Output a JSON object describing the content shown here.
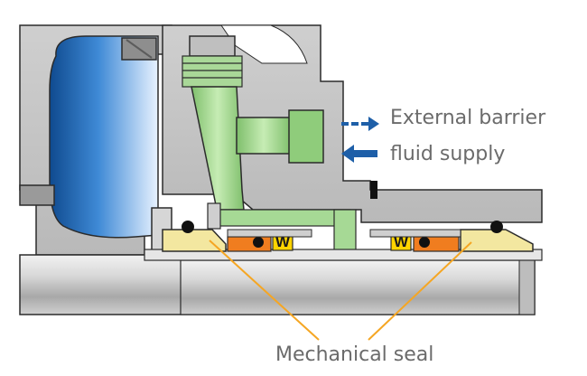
{
  "labels": {
    "barrier_line1": "External barrier",
    "barrier_line2": "fluid supply",
    "seal": "Mechanical seal"
  },
  "spring_marks": [
    "W",
    "W"
  ],
  "colors": {
    "housing": "#c4c4c4",
    "housing_dark": "#9a9a9a",
    "outline": "#2b2b2b",
    "fluid_blue": "#1f6fbf",
    "pipe_green": "#9fd38a",
    "pipe_green_dark": "#5a8f4c",
    "seal_ring": "#f3e7a0",
    "seal_face": "#f07d1f",
    "spring_yellow": "#ffd400",
    "leader_orange": "#f5a623",
    "arrow_blue": "#1e5fa8",
    "text_grey": "#6b6b6b"
  },
  "icons": {
    "supply_out_arrow": "dashed-right-arrow",
    "supply_in_arrow": "left-arrow"
  }
}
